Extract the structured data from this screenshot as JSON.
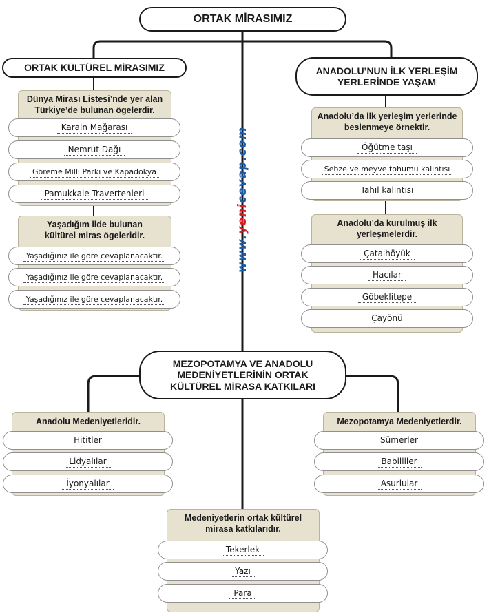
{
  "root": {
    "title": "ORTAK MİRASIMIZ"
  },
  "watermark": {
    "part1": "www.",
    "part2": "yeni",
    "part3": "cevap.com"
  },
  "left_branch": {
    "title": "ORTAK KÜLTÜREL MİRASIMIZ",
    "box1": {
      "title": "Dünya Mirası Listesi’nde yer alan Türkiye’de bulunan ögelerdir.",
      "items": [
        "Karain Mağarası",
        "Nemrut Dağı",
        "Göreme Milli Parkı ve Kapadokya",
        "Pamukkale Travertenleri"
      ]
    },
    "box2": {
      "title": "Yaşadığım ilde bulunan kültürel miras ögeleridir.",
      "items": [
        "Yaşadığınız ile göre cevaplanacaktır.",
        "Yaşadığınız ile göre cevaplanacaktır.",
        "Yaşadığınız ile göre cevaplanacaktır."
      ]
    }
  },
  "right_branch": {
    "title": "ANADOLU’NUN İLK YERLEŞİM YERLERİNDE YAŞAM",
    "box1": {
      "title": "Anadolu’da ilk yerleşim yerlerinde beslenmeye örnektir.",
      "items": [
        "Öğütme taşı",
        "Sebze ve meyve tohumu kalıntısı",
        "Tahıl kalıntısı"
      ]
    },
    "box2": {
      "title": "Anadolu’da kurulmuş ilk yerleşmelerdir.",
      "items": [
        "Çatalhöyük",
        "Hacılar",
        "Göbeklitepe",
        "Çayönü"
      ]
    }
  },
  "center_branch": {
    "title": "MEZOPOTAMYA VE ANADOLU MEDENİYETLERİNİN ORTAK KÜLTÜREL MİRASA KATKILARI",
    "left_box": {
      "title": "Anadolu Medeniyetleridir.",
      "items": [
        "Hititler",
        "Lidyalılar",
        "İyonyalılar"
      ]
    },
    "right_box": {
      "title": "Mezopotamya Medeniyetlerdir.",
      "items": [
        "Sümerler",
        "Babilliler",
        "Asurlular"
      ]
    },
    "bottom_box": {
      "title": "Medeniyetlerin ortak kültürel mirasa katkılarıdır.",
      "items": [
        "Tekerlek",
        "Yazı",
        "Para"
      ]
    }
  }
}
